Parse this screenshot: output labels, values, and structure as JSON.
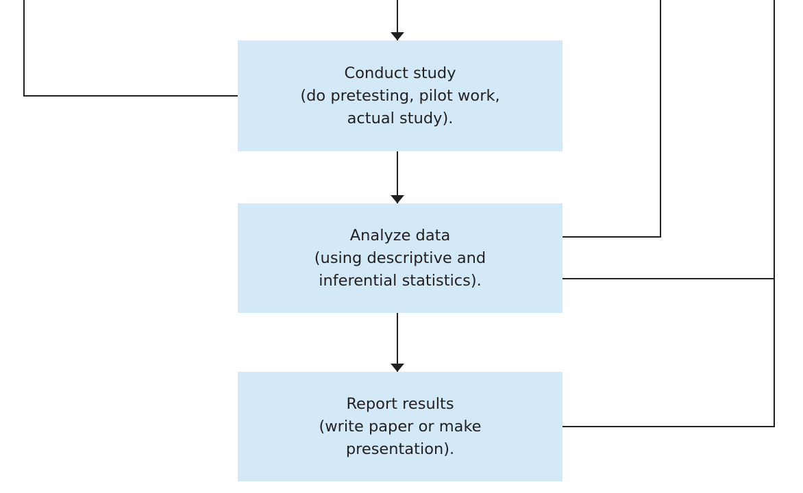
{
  "steps": [
    {
      "id": "conduct",
      "title": "Conduct study",
      "line2": "(do pretesting, pilot work,",
      "line3": "actual study)."
    },
    {
      "id": "analyze",
      "title": "Analyze data",
      "line2": "(using descriptive and",
      "line3": "inferential statistics)."
    },
    {
      "id": "report",
      "title": "Report results",
      "line2": "(write paper or make",
      "line3": "presentation)."
    }
  ],
  "colors": {
    "box_fill": "#d4e9f7",
    "line": "#231f20",
    "text": "#231f20"
  }
}
